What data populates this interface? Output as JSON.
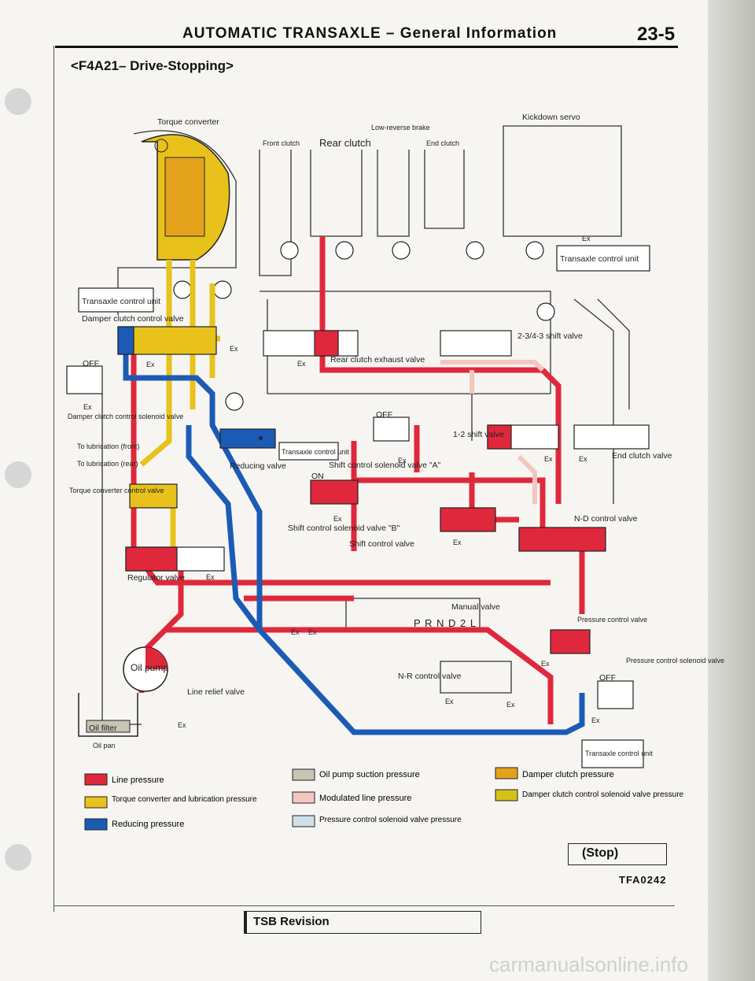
{
  "header": {
    "title": "AUTOMATIC TRANSAXLE – General Information",
    "page_number": "23-5"
  },
  "subtitle": "<F4A21– Drive-Stopping>",
  "labels": {
    "torque_converter": "Torque converter",
    "front_clutch": "Front clutch",
    "rear_clutch": "Rear clutch",
    "low_reverse_brake": "Low-reverse brake",
    "end_clutch": "End clutch",
    "kickdown_servo": "Kickdown servo",
    "transaxle_control_unit": "Transaxle control unit",
    "damper_clutch_control_valve": "Damper clutch control valve",
    "off": "OFF",
    "on": "ON",
    "ex": "Ex",
    "damper_clutch_control_solenoid_valve": "Damper clutch control solenoid valve",
    "to_lubrication_front": "To lubrication (front)",
    "to_lubrication_rear": "To lubrication (rear)",
    "torque_converter_control_valve": "Torque converter control valve",
    "reducing_valve": "Reducing valve",
    "shift_control_solenoid_valve_a": "Shift control solenoid valve \"A\"",
    "shift_control_solenoid_valve_b": "Shift control solenoid valve \"B\"",
    "shift_control_valve": "Shift control valve",
    "one_two_shift_valve": "1-2 shift valve",
    "two_three_four_three_shift_valve": "2-3/4-3 shift valve",
    "rear_clutch_exhaust_valve": "Rear clutch exhaust valve",
    "end_clutch_valve": "End clutch valve",
    "n_d_control_valve": "N-D control valve",
    "regulator_valve": "Regulator valve",
    "manual_valve": "Manual valve",
    "shift_positions": "P R N D 2 L",
    "pressure_control_valve": "Pressure control valve",
    "pressure_control_solenoid_valve": "Pressure control solenoid valve",
    "oil_pump": "Oil pump",
    "line_relief_valve": "Line relief valve",
    "n_r_control_valve": "N-R control valve",
    "oil_filter": "Oil filter",
    "oil_pan": "Oil pan"
  },
  "legend": [
    {
      "label": "Line pressure",
      "color": "#e0283c"
    },
    {
      "label": "Torque converter and lubrication pressure",
      "color": "#e8c21a"
    },
    {
      "label": "Reducing pressure",
      "color": "#1c5bb5"
    },
    {
      "label": "Oil pump suction pressure",
      "color": "#c9c4b4"
    },
    {
      "label": "Modulated line pressure",
      "color": "#f3c6c0"
    },
    {
      "label": "Pressure control solenoid valve pressure",
      "color": "#cfe0ea"
    },
    {
      "label": "Damper clutch pressure",
      "color": "#e4a21c"
    },
    {
      "label": "Damper clutch control solenoid valve pressure",
      "color": "#d4c21a"
    }
  ],
  "footer": {
    "stop_label": "(Stop)",
    "figure_code": "TFA0242",
    "tsb_revision": "TSB Revision"
  },
  "watermark": "carmanualsonline.info"
}
